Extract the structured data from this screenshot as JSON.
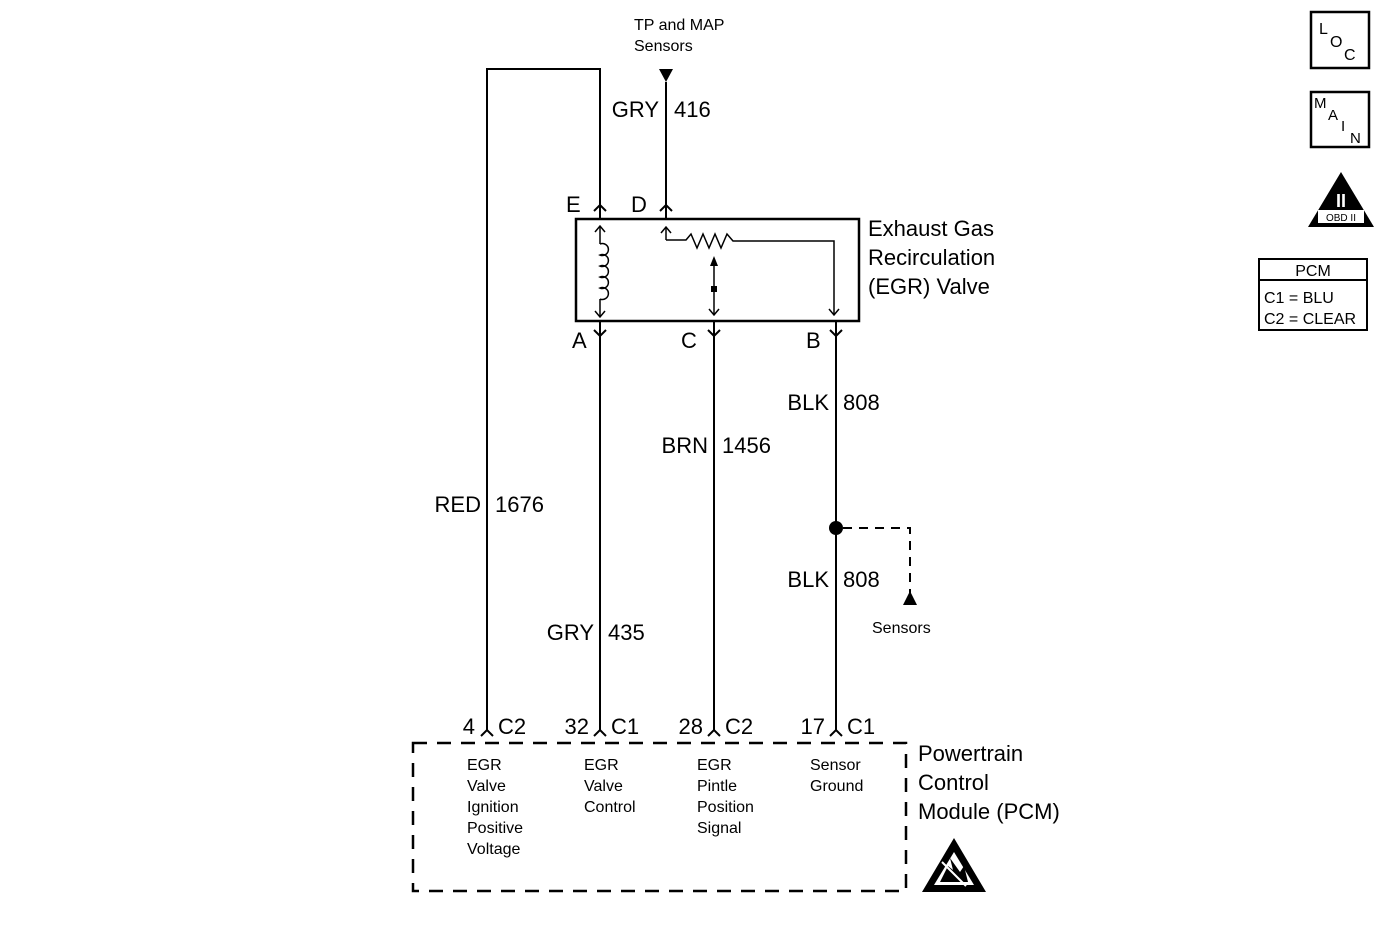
{
  "top_connection": {
    "line1": "TP and MAP",
    "line2": "Sensors"
  },
  "side_connection": {
    "label": "Sensors"
  },
  "wires": [
    {
      "color": "GRY",
      "circuit": "416"
    },
    {
      "color": "RED",
      "circuit": "1676"
    },
    {
      "color": "GRY",
      "circuit": "435"
    },
    {
      "color": "BRN",
      "circuit": "1456"
    },
    {
      "color": "BLK",
      "circuit": "808"
    },
    {
      "color": "BLK",
      "circuit": "808"
    }
  ],
  "egr_valve": {
    "name_lines": [
      "Exhaust Gas",
      "Recirculation",
      "(EGR) Valve"
    ],
    "terminals": {
      "E": "E",
      "D": "D",
      "A": "A",
      "C": "C",
      "B": "B"
    }
  },
  "pcm": {
    "name_lines": [
      "Powertrain",
      "Control",
      "Module (PCM)"
    ],
    "pins": [
      {
        "num": "4",
        "conn": "C2",
        "function": [
          "EGR",
          "Valve",
          "Ignition",
          "Positive",
          "Voltage"
        ]
      },
      {
        "num": "32",
        "conn": "C1",
        "function": [
          "EGR",
          "Valve",
          "Control"
        ]
      },
      {
        "num": "28",
        "conn": "C2",
        "function": [
          "EGR",
          "Pintle",
          "Position",
          "Signal"
        ]
      },
      {
        "num": "17",
        "conn": "C1",
        "function": [
          "Sensor",
          "Ground"
        ]
      }
    ]
  },
  "badges": {
    "loc": [
      "L",
      "O",
      "C"
    ],
    "main": [
      "M",
      "A",
      "I",
      "N"
    ],
    "obd": {
      "numeral": "II",
      "label": "OBD II"
    }
  },
  "connector_legend": {
    "title": "PCM",
    "rows": [
      "C1 = BLU",
      "C2 = CLEAR"
    ]
  }
}
